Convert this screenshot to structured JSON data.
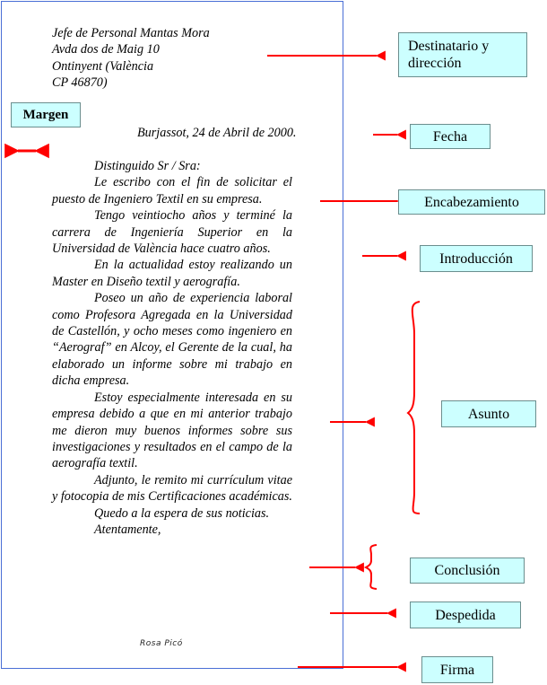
{
  "letter": {
    "address": [
      "Jefe de Personal Mantas Mora",
      "Avda dos de Maig 10",
      "Ontinyent (València",
      "CP 46870)"
    ],
    "date": "Burjassot, 24 de Abril de  2000.",
    "salutation": "Distinguido Sr / Sra:",
    "paragraphs": [
      "Le escribo con el fin de solicitar el puesto de Ingeniero Textil en su empresa.",
      "Tengo veintiocho años y terminé la carrera de Ingeniería Superior en la Universidad de València hace cuatro años.",
      "En la actualidad estoy realizando un Master en Diseño textil y aerografía.",
      "Poseo un año de experiencia laboral como Profesora Agregada en la Universidad de Castellón, y ocho meses como ingeniero en  “Aerograf” en Alcoy, el Gerente de la cual, ha elaborado un informe sobre mi trabajo en dicha empresa.",
      "Estoy especialmente interesada en su empresa debido a que en mi anterior trabajo me dieron muy buenos informes sobre sus investigaciones y resultados en el campo de la aerografía textil.",
      "Adjunto, le remito mi currículum vitae y fotocopia de mis Certificaciones académicas."
    ],
    "closing_line": "Quedo a la espera de sus noticias.",
    "farewell": "Atentamente,",
    "signature": "Rosa Picó"
  },
  "labels": {
    "margen": "Margen",
    "destinatario": "Destinatario y dirección",
    "fecha": "Fecha",
    "encabezamiento": "Encabezamiento",
    "introduccion": "Introducción",
    "asunto": "Asunto",
    "conclusion": "Conclusión",
    "despedida": "Despedida",
    "firma": "Firma"
  },
  "colors": {
    "arrow": "#ff0000",
    "label_fill": "#ccffff",
    "page_border": "#4a6fd6"
  }
}
